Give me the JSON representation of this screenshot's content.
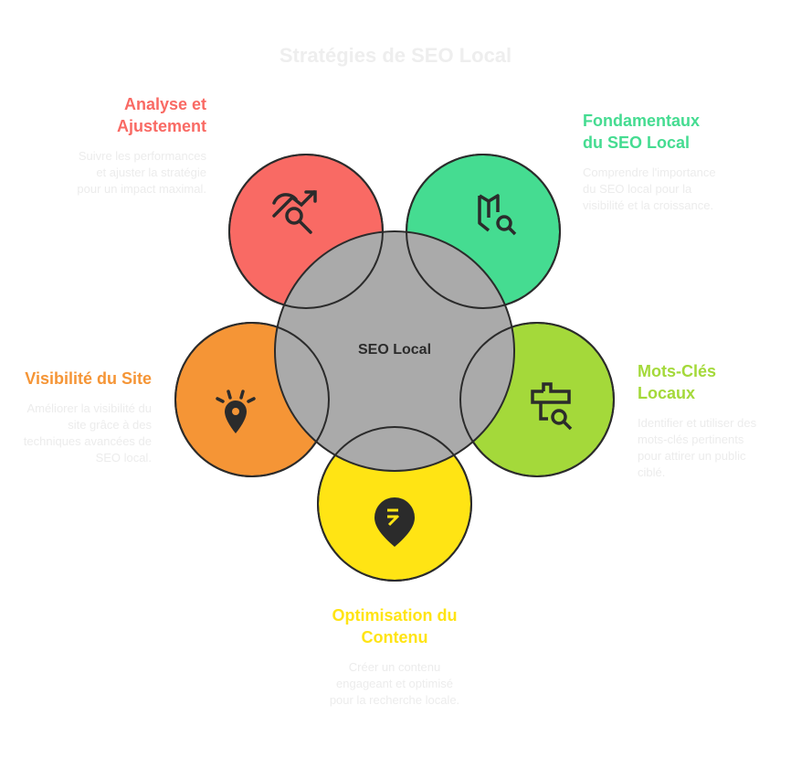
{
  "title": "Stratégies de SEO Local",
  "center": {
    "label": "SEO Local",
    "color": "#aaaaaa"
  },
  "items": [
    {
      "title": "Analyse et Ajustement",
      "desc": "Suivre les performances et ajuster la stratégie pour un impact maximal.",
      "color": "#f96a64",
      "icon": "chart-search-icon"
    },
    {
      "title": "Fondamentaux du SEO Local",
      "desc": "Comprendre l'importance du SEO local pour la visibilité et la croissance.",
      "color": "#45dc91",
      "icon": "map-search-icon"
    },
    {
      "title": "Mots-Clés Locaux",
      "desc": "Identifier et utiliser des mots-clés pertinents pour attirer un public ciblé.",
      "color": "#a4d93a",
      "icon": "keyword-search-icon"
    },
    {
      "title": "Optimisation du Contenu",
      "desc": "Créer un contenu engageant et optimisé pour la recherche locale.",
      "color": "#ffe414",
      "icon": "content-pin-icon"
    },
    {
      "title": "Visibilité du Site",
      "desc": "Améliorer la visibilité du site grâce à des techniques avancées de SEO local.",
      "color": "#f59536",
      "icon": "location-light-icon"
    }
  ]
}
